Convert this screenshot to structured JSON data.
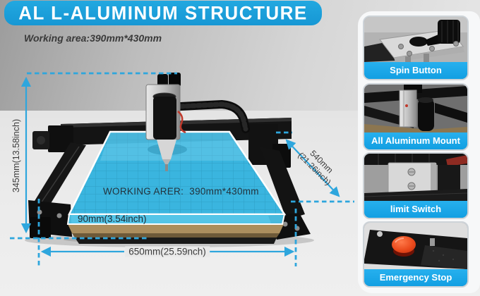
{
  "header": {
    "title": "AL L-ALUMINUM STRUCTURE",
    "subtitle": "Working area:390mm*430mm"
  },
  "colors": {
    "title_bar_blue": "#1a9fd9",
    "feature_label_blue": "#18a6e8",
    "dimension_cyan": "#2ea6dd",
    "bed_highlight_cyan": "#2eb2e0"
  },
  "diagram": {
    "height_dimension": "345mm(13.58inch)",
    "width_dimension": "650mm(25.59nch)",
    "depth_dimension_line1": "540mm",
    "depth_dimension_line2": "(21.26inch)",
    "working_area_label": "WORKING ARER:  390mm*430mm",
    "front_height_label": "90mm(3.54inch)"
  },
  "features": [
    {
      "label": "Spin Button",
      "photo": "spindle-mount-photo"
    },
    {
      "label": "All Aluminum Mount",
      "photo": "aluminum-mount-photo"
    },
    {
      "label": "limit Switch",
      "photo": "limit-switch-photo"
    },
    {
      "label": "Emergency Stop",
      "photo": "emergency-stop-photo"
    }
  ]
}
